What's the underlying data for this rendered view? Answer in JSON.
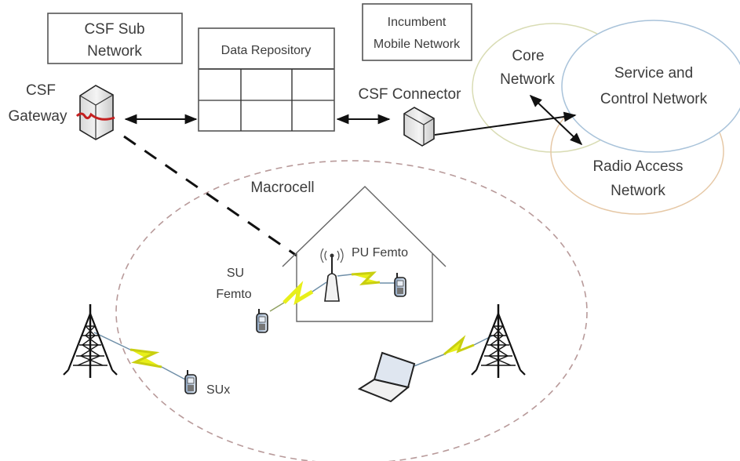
{
  "diagram": {
    "title_boxes": {
      "csf_sub_network": [
        "CSF Sub",
        "Network"
      ],
      "incumbent_mobile_network": [
        "Incumbent",
        "Mobile Network"
      ]
    },
    "data_repository": {
      "label": "Data Repository",
      "grid_rows": 2,
      "grid_cols": 3
    },
    "csf_gateway": {
      "label": [
        "CSF",
        "Gateway"
      ],
      "icon": "server-icon"
    },
    "csf_connector": {
      "label": "CSF Connector",
      "icon": "connector-box-icon"
    },
    "networks": {
      "core": {
        "label": [
          "Core",
          "Network"
        ],
        "color": "#d9dcb4"
      },
      "service_control": {
        "label": [
          "Service and",
          "Control Network"
        ],
        "color": "#a9c3da"
      },
      "radio_access": {
        "label": [
          "Radio Access",
          "Network"
        ],
        "color": "#e6c8a6"
      }
    },
    "macrocell": {
      "label": "Macrocell",
      "border_color": "#b89a9a"
    },
    "femto": {
      "su_label": [
        "SU",
        "Femto"
      ],
      "pu_label": "PU Femto",
      "access_point_icon": "femto-access-point-icon"
    },
    "sux": {
      "label": "SUx",
      "icon": "mobile-phone-icon"
    },
    "icons": {
      "tower": "cell-tower-icon",
      "laptop": "laptop-icon",
      "phone": "mobile-phone-icon",
      "wireless_link": "lightning-link-icon"
    },
    "colors": {
      "lightning": "#e8ef1a",
      "link_line": "#6f8fa8",
      "gateway_band": "#c42020",
      "arrow": "#111111"
    }
  }
}
